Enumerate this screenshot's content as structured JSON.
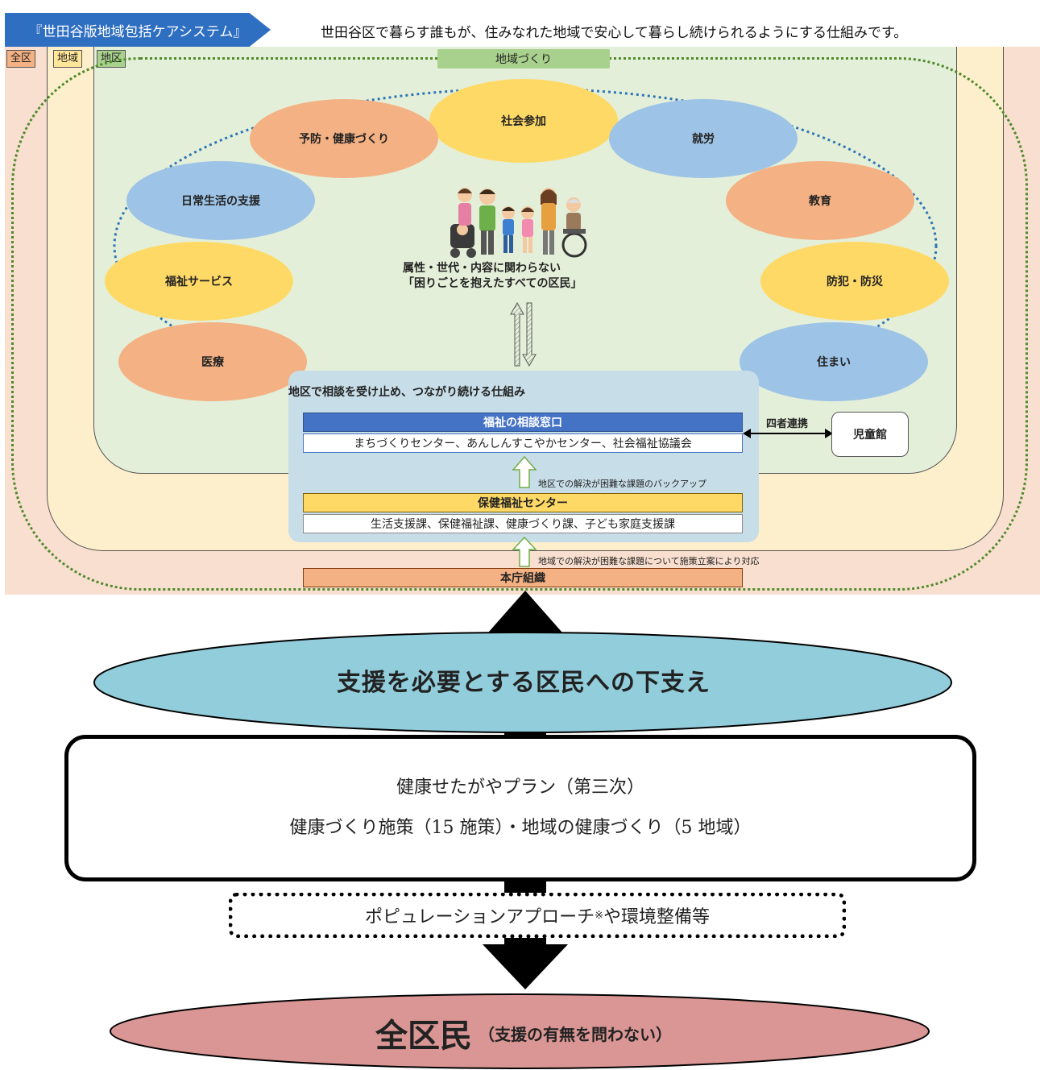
{
  "header": {
    "tag": "『世田谷版地域包括ケアシステム』",
    "description": "世田谷区で暮らす誰もが、住みなれた地域で安心して暮らし続けられるようにする仕組みです。"
  },
  "regions": {
    "zenku": "全区",
    "chiiki": "地域",
    "chiku": "地区"
  },
  "machizukuri": "地域づくり",
  "circle_items": {
    "shakai_sanka": "社会参加",
    "yobou": "予防・健康づくり",
    "shurou": "就労",
    "nichijo": "日常生活の支援",
    "kyouiku": "教育",
    "fukushi_service": "福祉サービス",
    "bouhan": "防犯・防災",
    "iryou": "医療",
    "sumai": "住まい"
  },
  "residents_caption": [
    "属性・世代・内容に関わらない",
    "「困りごとを抱えたすべての区民」"
  ],
  "consultation": {
    "title": "地区で相談を受け止め、つながり続ける仕組み",
    "madoguchi": "福祉の相談窓口",
    "madoguchi_members": "まちづくりセンター、あんしんすこやかセンター、社会福祉協議会",
    "shisha_renkei": "四者連携",
    "jidoukan": "児童館",
    "backup_note": "地区での解決が困難な課題のバックアップ",
    "hoken_center": "保健福祉センター",
    "hoken_members": "生活支援課、保健福祉課、健康づくり課、子ども家庭支援課",
    "policy_note": "地域での解決が困難な課題について施策立案により対応",
    "honcho": "本庁組織"
  },
  "support_ellipse": "支援を必要とする区民への下支え",
  "plan": {
    "line1": "健康せたがやプラン（第三次）",
    "line2": "健康づくり施策（15 施策）・地域の健康づくり（5 地域）"
  },
  "population": {
    "text": "ポピュレーションアプローチ",
    "mark": "※",
    "suffix": "や環境整備等"
  },
  "all_residents": {
    "main": "全区民",
    "sub": "（支援の有無を問わない）"
  },
  "colors": {
    "orange": "#f4b183",
    "yellow": "#ffd966",
    "blue": "#9dc3e6",
    "navy": "#4472c4",
    "teal": "#92cddc",
    "rose": "#d99694"
  }
}
